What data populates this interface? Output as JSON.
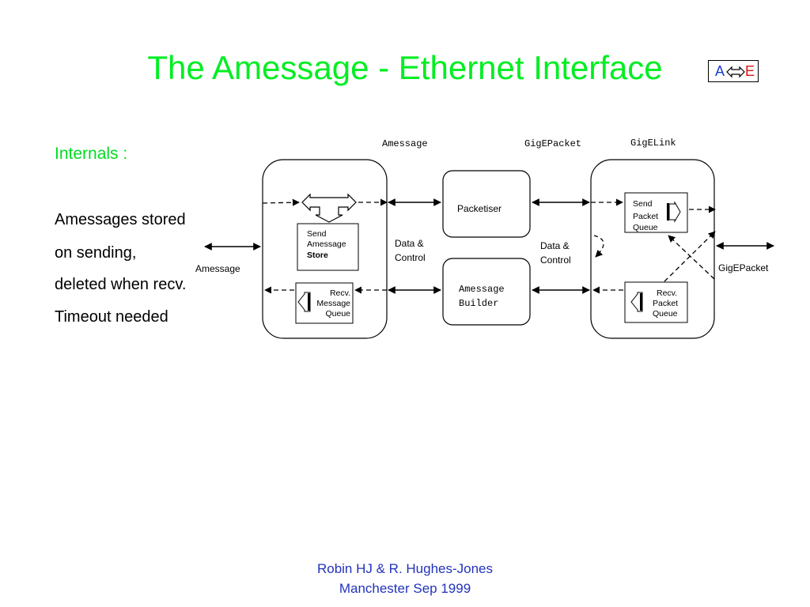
{
  "title": "The Amessage - Ethernet Interface",
  "logo": {
    "left": "A",
    "right": "E"
  },
  "internals": {
    "heading": "Internals :",
    "lines": [
      "Amessages stored",
      "on sending,",
      "deleted when recv.",
      "Timeout needed"
    ]
  },
  "diagram": {
    "column_labels": {
      "amessage": "Amessage",
      "gigepacket": "GigEPacket",
      "gigelink": "GigELink"
    },
    "left_port_label": "Amessage",
    "right_port_label": "GigEPacket",
    "send_store": {
      "line1": "Send",
      "line2": "Amessage",
      "line3": "Store"
    },
    "recv_message_queue": {
      "line1": "Recv.",
      "line2": "Message",
      "line3": "Queue"
    },
    "data_control_left": {
      "line1": "Data &",
      "line2": "Control"
    },
    "data_control_right": {
      "line1": "Data &",
      "line2": "Control"
    },
    "packetiser": "Packetiser",
    "builder": {
      "line1": "Amessage",
      "line2": "Builder"
    },
    "send_packet_queue": {
      "line1": "Send",
      "line2": "Packet",
      "line3": "Queue"
    },
    "recv_packet_queue": {
      "line1": "Recv.",
      "line2": "Packet",
      "line3": "Queue"
    }
  },
  "footer": {
    "line1": "Robin HJ & R. Hughes-Jones",
    "line2": "Manchester Sep 1999"
  },
  "colors": {
    "title": "#00ee22",
    "footer": "#2233bb",
    "logo_a": "#1a3cd0",
    "logo_e": "#e01010"
  }
}
